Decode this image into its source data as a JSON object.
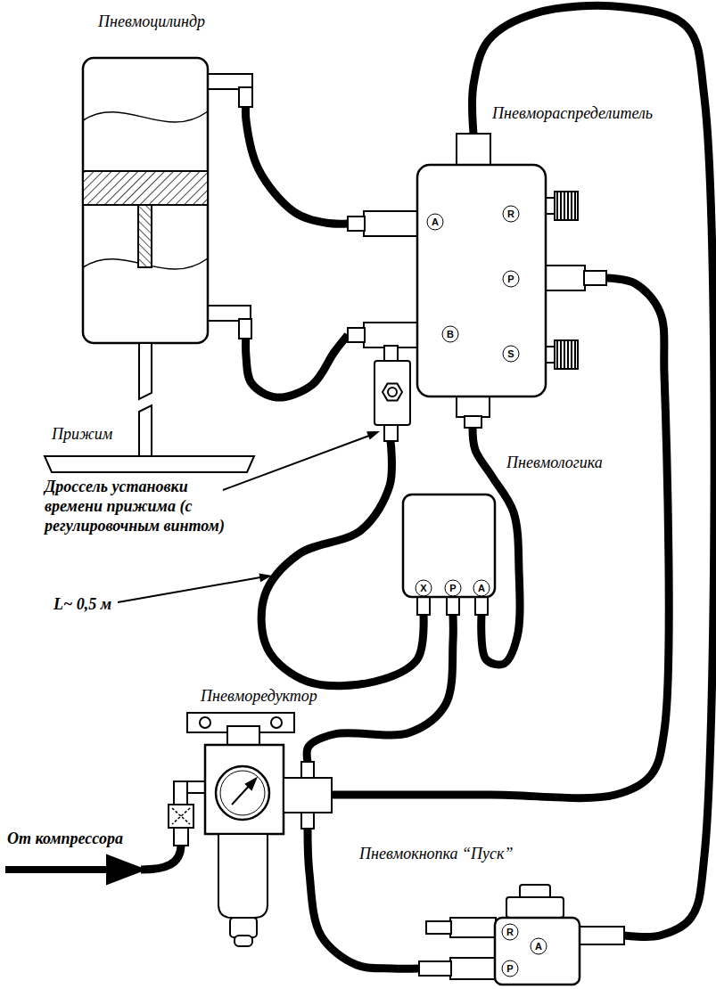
{
  "diagram": {
    "nodes": [
      {
        "text": [
          "Пневмоцилиндр"
        ]
      },
      {
        "text": [
          "Пневмораспределитель",
          "A",
          "R",
          "P",
          "B",
          "S"
        ]
      },
      {
        "text": [
          "Дроссель установки времени прижима (с регулировочным винтом)"
        ]
      },
      {
        "text": [
          "Пневмологика",
          "X",
          "P",
          "A"
        ]
      },
      {
        "text": [
          "Пневморедуктор"
        ]
      },
      {
        "text": [
          "Пневмокнопка “Пуск”",
          "R",
          "A",
          "P"
        ]
      }
    ],
    "edges": [
      {
        "from": 0,
        "to": 1,
        "arrow": "none"
      },
      {
        "from": 0,
        "to": 1,
        "arrow": "none"
      },
      {
        "from": 1,
        "to": 5,
        "arrow": "none"
      },
      {
        "from": 1,
        "to": 4,
        "arrow": "none"
      },
      {
        "from": 1,
        "to": 3,
        "arrow": "none"
      },
      {
        "from": 2,
        "to": 3,
        "arrow": "none"
      },
      {
        "from": 4,
        "to": 3,
        "arrow": "none"
      },
      {
        "from": 4,
        "to": 5,
        "arrow": "none"
      }
    ],
    "labels": [
      "Прижим",
      "L~ 0,5 м",
      "От компрессора"
    ]
  }
}
